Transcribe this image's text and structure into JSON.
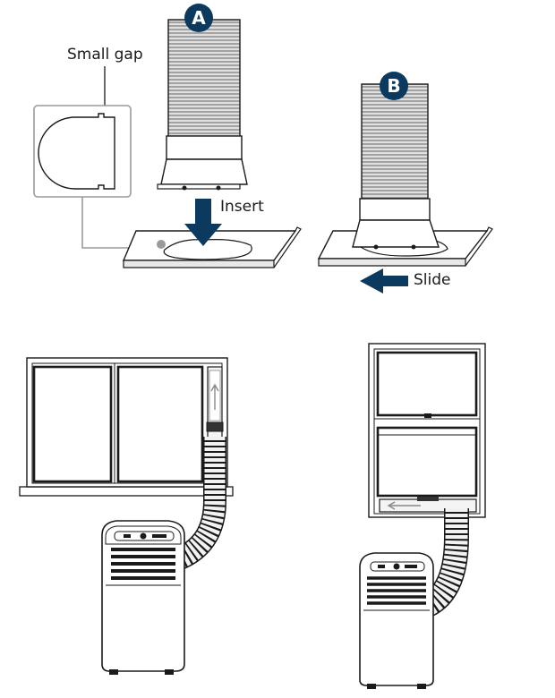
{
  "labels": {
    "small_gap": "Small gap",
    "insert": "Insert",
    "slide": "Slide"
  },
  "badges": {
    "a": "A",
    "b": "B"
  },
  "colors": {
    "accent": "#0b3a5e",
    "line": "#1a1a1a",
    "gray": "#9a9a9a"
  }
}
